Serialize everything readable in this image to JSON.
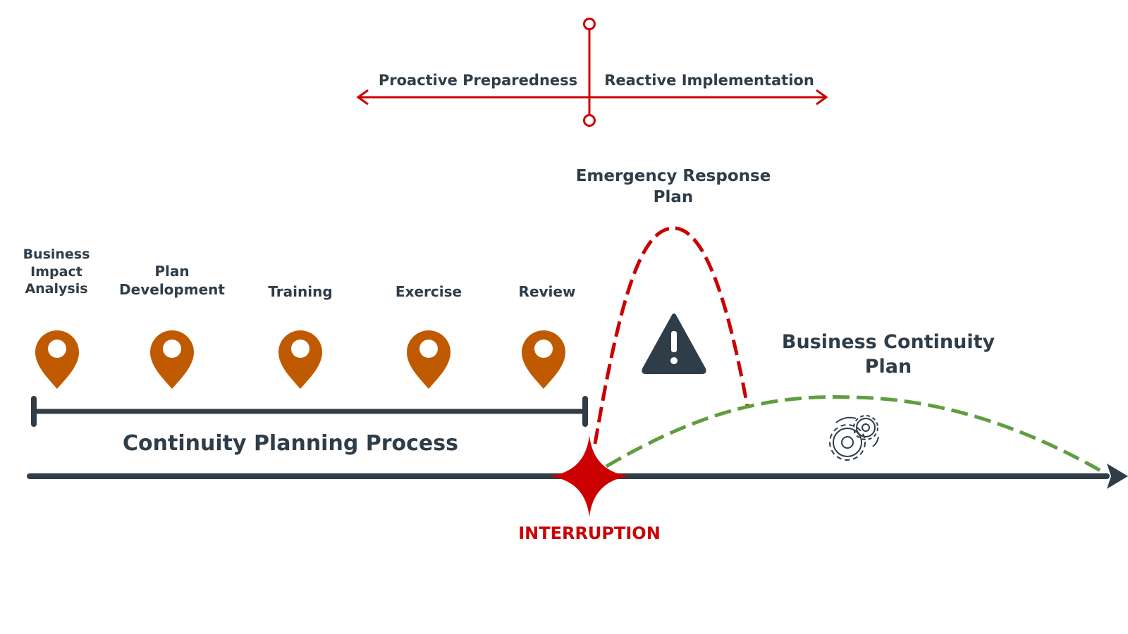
{
  "divider": {
    "left_label": "Proactive Preparedness",
    "right_label": "Reactive Implementation"
  },
  "steps": [
    {
      "line1": "Business",
      "line2": "Impact",
      "line3": "Analysis"
    },
    {
      "line1": "Plan",
      "line2": "Development"
    },
    {
      "line1": "Training"
    },
    {
      "line1": "Exercise"
    },
    {
      "line1": "Review"
    }
  ],
  "process_label": "Continuity Planning Process",
  "interruption_label": "INTERRUPTION",
  "emergency": {
    "line1": "Emergency Response",
    "line2": "Plan"
  },
  "continuity": {
    "line1": "Business Continuity",
    "line2": "Plan"
  },
  "icons": {
    "pin": "map-pin-icon",
    "warning": "warning-triangle-icon",
    "gears": "gears-icon",
    "interruption": "four-point-star-icon"
  },
  "colors": {
    "dark": "#2f3d49",
    "red": "#cc0000",
    "orange": "#c05a00",
    "green": "#5f9e3f"
  }
}
